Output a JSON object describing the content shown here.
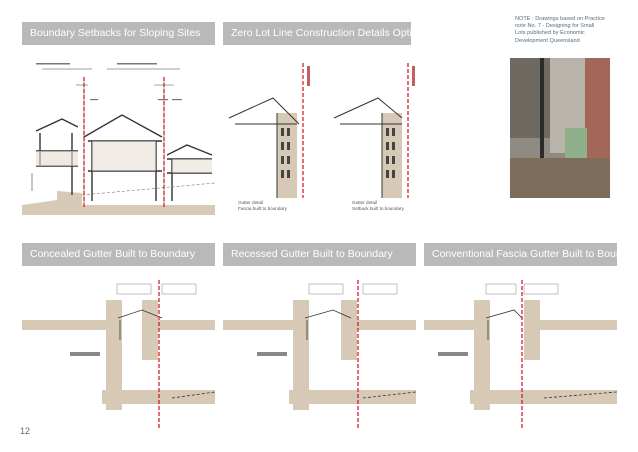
{
  "page": {
    "number": "12"
  },
  "headings": {
    "boundary_setbacks": "Boundary Setbacks for Sloping Sites",
    "zero_lot": "Zero Lot Line Construction Details Options",
    "concealed_gutter": "Concealed Gutter Built to Boundary",
    "recessed_gutter": "Recessed Gutter Built to Boundary",
    "conventional_fascia": "Conventional Fascia Gutter Built to Boundary"
  },
  "note": {
    "line1": "NOTE : Drawings based on Practice",
    "line2": "note No. 7 - Designing for Small",
    "line3": "Lots published by Economic",
    "line4": "Development Queensland"
  },
  "zero_lot_captions": {
    "left_line1": "Gutter detail",
    "left_line2": "Fascia built to boundary",
    "right_line1": "Gutter detail",
    "right_line2": "Setback built to boundary"
  },
  "colors": {
    "band": "#b9b9b9",
    "boundary_line": "#d71e2a",
    "wall_fill": "#d6cab6",
    "structure": "#3a3a3a"
  }
}
